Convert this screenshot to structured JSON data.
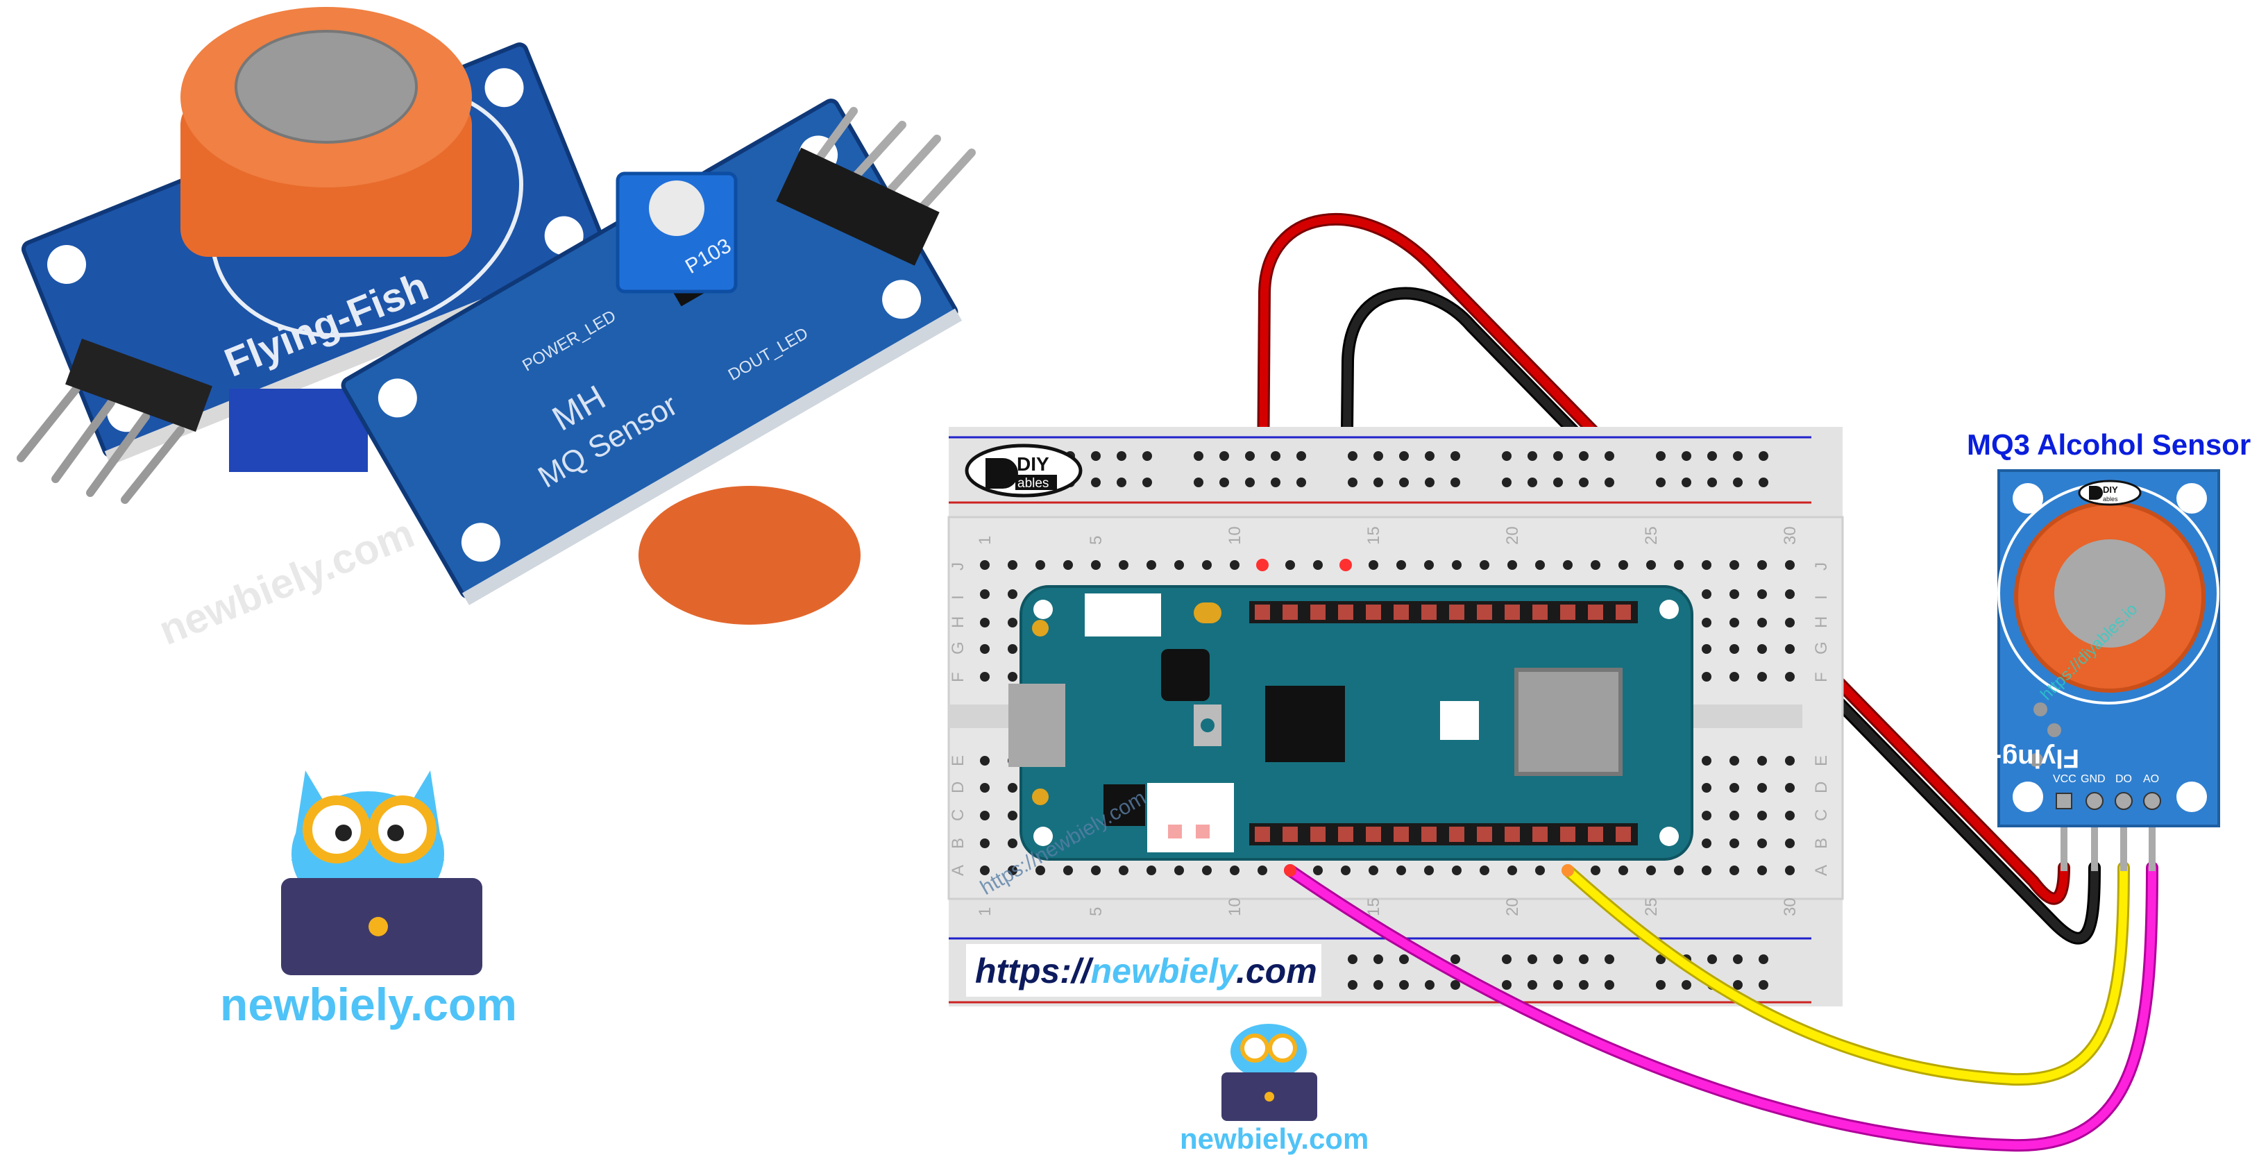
{
  "photo": {
    "module1_label": "Flying-Fish",
    "module2_labels": [
      "MH",
      "MQ Sensor",
      "POWER_LED",
      "DOUT_LED",
      "P103"
    ],
    "watermark": "newbiely.com"
  },
  "logo_left": {
    "text": "newbiely.com"
  },
  "logo_bottom": {
    "text": "newbiely.com"
  },
  "breadboard": {
    "brand": {
      "top": "DIY",
      "bottom": "ables"
    },
    "column_numbers": [
      "1",
      "5",
      "10",
      "15",
      "20",
      "25",
      "30"
    ],
    "row_letters_top": [
      "J",
      "I",
      "H",
      "G",
      "F"
    ],
    "row_letters_bottom": [
      "E",
      "D",
      "C",
      "B",
      "A"
    ],
    "url": {
      "prefix": "https://",
      "brand": "newbiely",
      "suffix": ".com"
    },
    "board_watermark": "https://newbiely.com"
  },
  "sensor": {
    "title": "MQ3 Alcohol Sensor",
    "brand_label": "Flying-Fish",
    "pins": [
      "VCC",
      "GND",
      "DO",
      "AO"
    ],
    "logo": {
      "top": "DIY",
      "bottom": "ables"
    },
    "watermark": "https://diyables.io"
  },
  "wires": [
    {
      "from": "VCC",
      "color": "#d40000"
    },
    {
      "from": "GND",
      "color": "#1a1a1a"
    },
    {
      "from": "DO",
      "color": "#ffee00"
    },
    {
      "from": "AO",
      "color": "#ff22dd"
    }
  ],
  "colors": {
    "title": "#0a1edc",
    "newbiely": "#4fc3f7",
    "pcb": "#1f5fae",
    "arduino": "#17707f"
  }
}
